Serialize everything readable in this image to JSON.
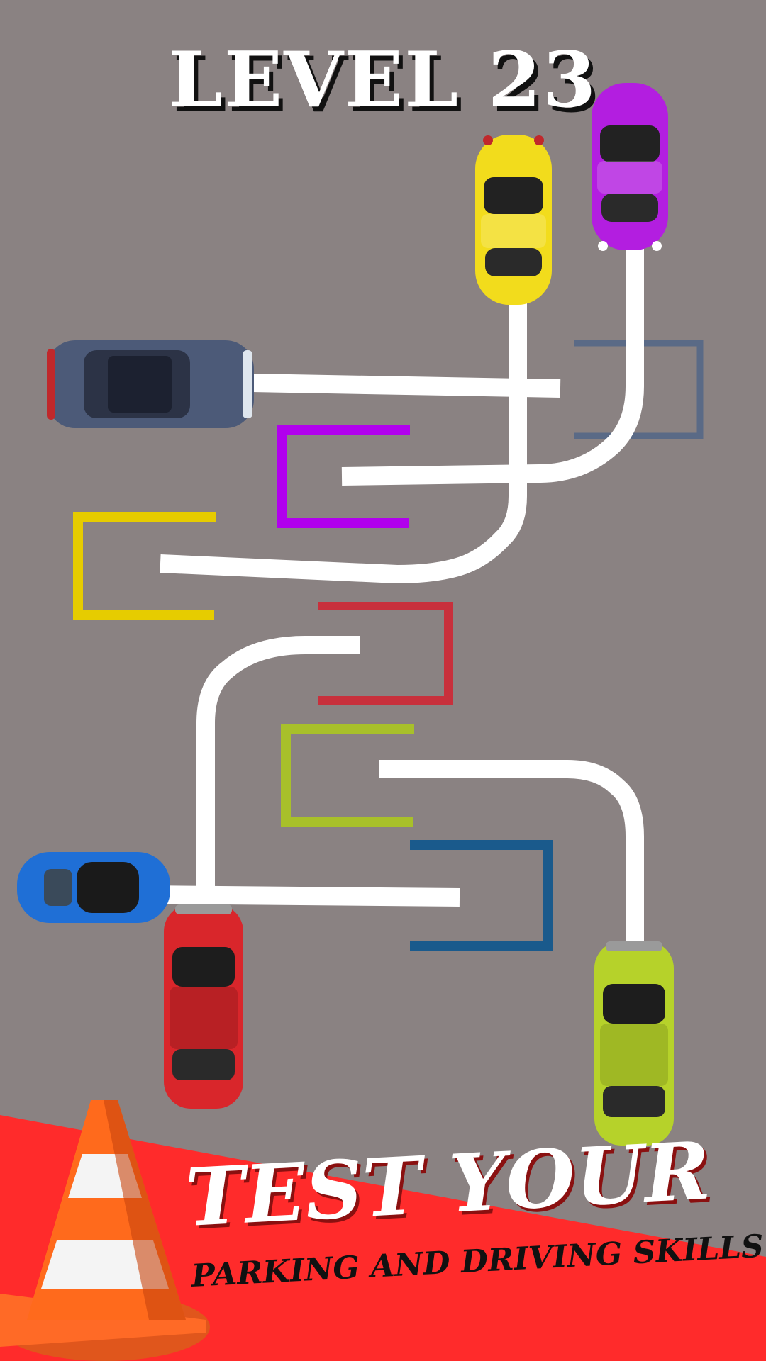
{
  "header": {
    "level_label": "LEVEL 23"
  },
  "banner": {
    "headline": "TEST YOUR",
    "subline": "PARKING AND DRIVING SKILLS",
    "color": "#ff2b2b"
  },
  "cars": [
    {
      "id": "purple",
      "color": "#b31ee0"
    },
    {
      "id": "yellow",
      "color": "#f2dc1c"
    },
    {
      "id": "navy",
      "color": "#4c5a78"
    },
    {
      "id": "blue",
      "color": "#1f6fd6"
    },
    {
      "id": "red",
      "color": "#d9262b"
    },
    {
      "id": "lime",
      "color": "#b6d22a"
    }
  ],
  "parking_spots": [
    {
      "id": "navy",
      "color": "#5a6a86"
    },
    {
      "id": "purple",
      "color": "#b100ee"
    },
    {
      "id": "yellow",
      "color": "#e6cc00"
    },
    {
      "id": "red",
      "color": "#c8303c"
    },
    {
      "id": "lime",
      "color": "#a8c02a"
    },
    {
      "id": "blue",
      "color": "#1a5a8c"
    }
  ],
  "icons": {
    "cone": "traffic-cone-icon"
  }
}
